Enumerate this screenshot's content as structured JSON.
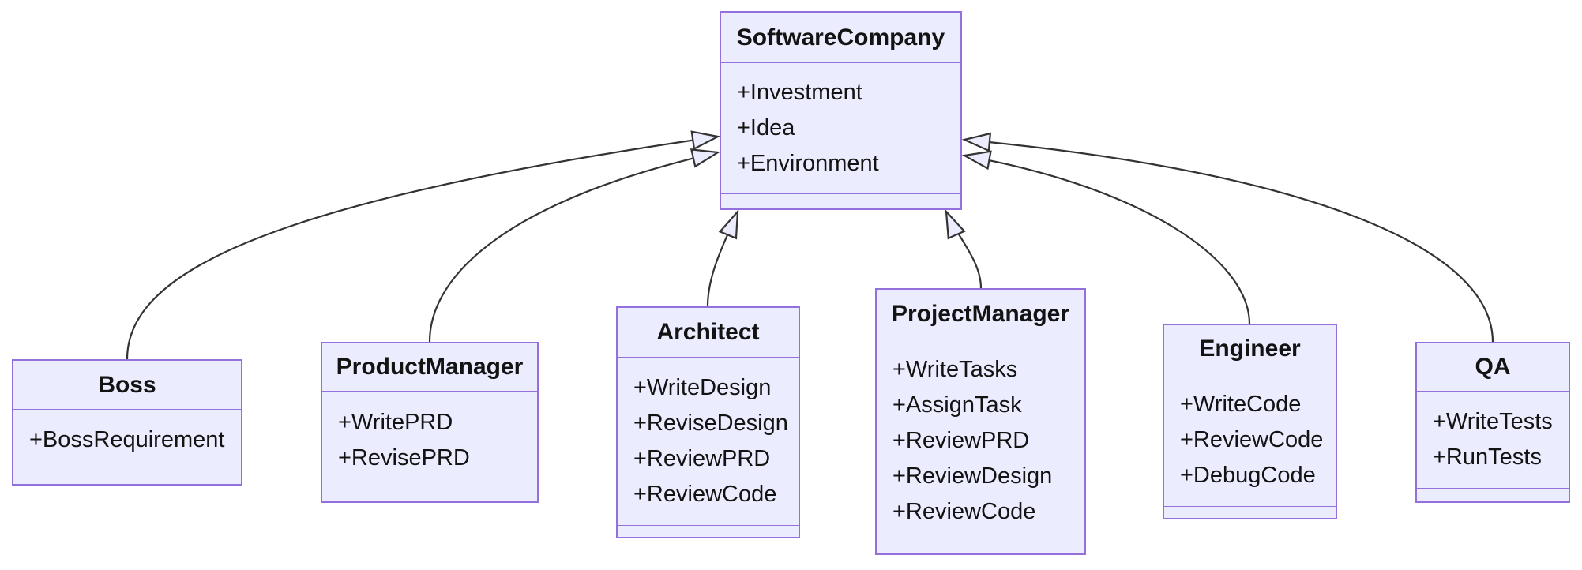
{
  "diagram": {
    "kind": "uml-class-diagram",
    "colors": {
      "background": "#FFFFFF",
      "node_fill": "#ECECFF",
      "node_border": "#9370DB",
      "edge": "#333333",
      "text": "#131313",
      "arrowhead_fill": "#ECECFF"
    },
    "classes": [
      {
        "name": "SoftwareCompany",
        "attributes": [
          "+Investment",
          "+Idea",
          "+Environment"
        ],
        "methods": []
      },
      {
        "name": "Boss",
        "attributes": [
          "+BossRequirement"
        ],
        "methods": []
      },
      {
        "name": "ProductManager",
        "attributes": [
          "+WritePRD",
          "+RevisePRD"
        ],
        "methods": []
      },
      {
        "name": "Architect",
        "attributes": [
          "+WriteDesign",
          "+ReviseDesign",
          "+ReviewPRD",
          "+ReviewCode"
        ],
        "methods": []
      },
      {
        "name": "ProjectManager",
        "attributes": [
          "+WriteTasks",
          "+AssignTask",
          "+ReviewPRD",
          "+ReviewDesign",
          "+ReviewCode"
        ],
        "methods": []
      },
      {
        "name": "Engineer",
        "attributes": [
          "+WriteCode",
          "+ReviewCode",
          "+DebugCode"
        ],
        "methods": []
      },
      {
        "name": "QA",
        "attributes": [
          "+WriteTests",
          "+RunTests"
        ],
        "methods": []
      }
    ],
    "relations": [
      {
        "from": "Boss",
        "to": "SoftwareCompany",
        "type": "inheritance",
        "arrow": "hollow-triangle"
      },
      {
        "from": "ProductManager",
        "to": "SoftwareCompany",
        "type": "inheritance",
        "arrow": "hollow-triangle"
      },
      {
        "from": "Architect",
        "to": "SoftwareCompany",
        "type": "inheritance",
        "arrow": "hollow-triangle"
      },
      {
        "from": "ProjectManager",
        "to": "SoftwareCompany",
        "type": "inheritance",
        "arrow": "hollow-triangle"
      },
      {
        "from": "Engineer",
        "to": "SoftwareCompany",
        "type": "inheritance",
        "arrow": "hollow-triangle"
      },
      {
        "from": "QA",
        "to": "SoftwareCompany",
        "type": "inheritance",
        "arrow": "hollow-triangle"
      }
    ]
  }
}
